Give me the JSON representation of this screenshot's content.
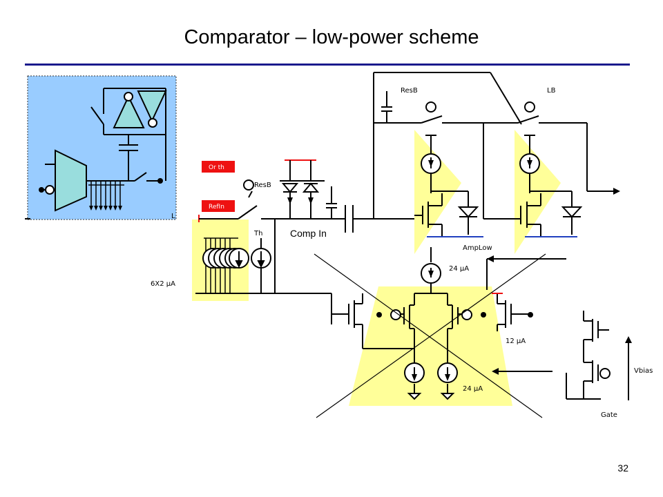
{
  "slide": {
    "title": "Comparator – low-power scheme",
    "page_number": "32"
  },
  "labels": {
    "resb_left": "ResB",
    "resb_top": "ResB",
    "lb": "LB",
    "or_th": "Or th",
    "refin": "RefIn",
    "th": "Th",
    "comp_in": "Comp In",
    "amplow": "AmpLow",
    "current_24_top": "24 µA",
    "current_12": "12 µA",
    "current_24_bottom": "24 µA",
    "current_6x2": "6X2 µA",
    "vbias": "Vbias",
    "gate": "Gate",
    "inset_edge": "L"
  },
  "colors": {
    "highlight_yellow": "#ffff99",
    "inset_blue": "#99ccff",
    "amp_fill": "#99dddd",
    "red_tag": "#ee1111",
    "rule_blue": "#1a1a8c",
    "wire_blue": "#1f3fbf"
  }
}
